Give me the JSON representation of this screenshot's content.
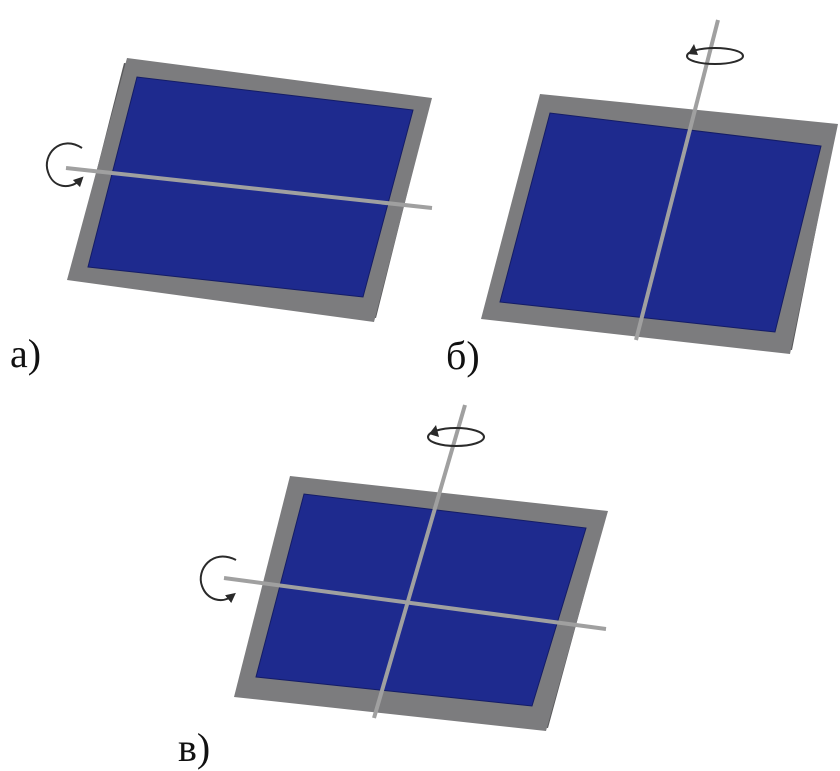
{
  "panels": [
    {
      "label": "а)",
      "rotation_axes": [
        "horizontal"
      ]
    },
    {
      "label": "б)",
      "rotation_axes": [
        "vertical"
      ]
    },
    {
      "label": "в)",
      "rotation_axes": [
        "horizontal",
        "vertical"
      ]
    }
  ],
  "colors": {
    "frame": "#7c7c7e",
    "frame_edge": "#5a5a5c",
    "cell": "#1e2a8e",
    "cell_edge": "#141c66",
    "axis": "#9a9a9a",
    "arrow": "#2a2a2a",
    "background": "#ffffff"
  },
  "icons": {
    "rotation_arrow": "rotation-arrow-icon"
  }
}
